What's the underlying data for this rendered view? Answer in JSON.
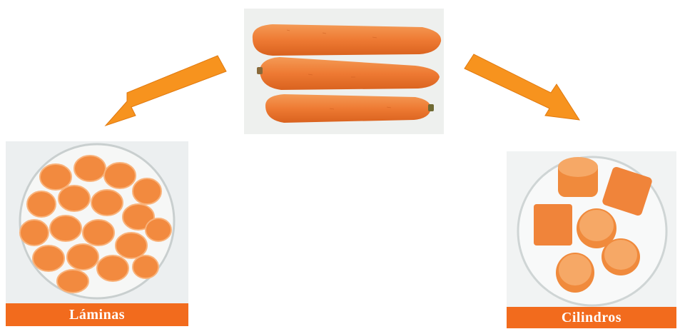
{
  "images": {
    "whole": {
      "subject": "three whole carrots"
    },
    "laminas": {
      "subject": "carrot slices in a petri dish"
    },
    "cilindros": {
      "subject": "carrot cylinders in a petri dish"
    }
  },
  "labels": {
    "laminas": "Láminas",
    "cilindros": "Cilindros"
  },
  "colors": {
    "arrow": "#f7931e",
    "label_bar": "#f26b1d",
    "carrot": "#f07f35"
  }
}
